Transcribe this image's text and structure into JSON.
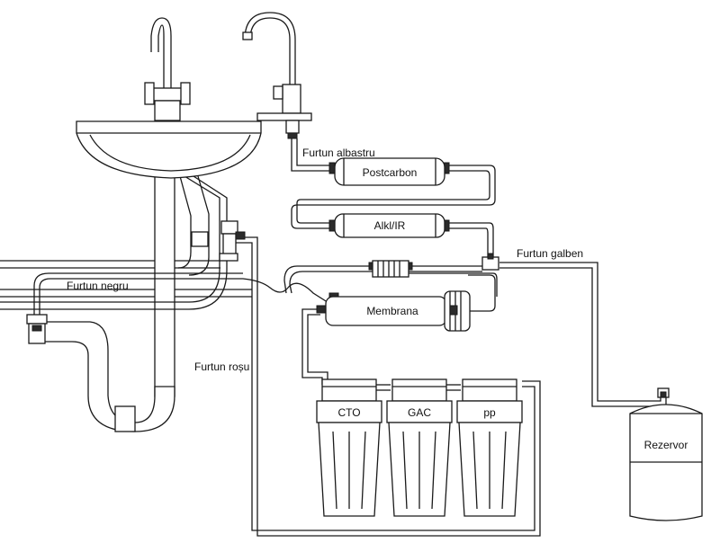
{
  "labels": {
    "hose_blue": "Furtun albastru",
    "hose_yellow": "Furtun galben",
    "hose_black": "Furtun negru",
    "hose_red": "Furtun roșu"
  },
  "components": {
    "postcarbon": "Postcarbon",
    "alkaline_ir": "Alkl/IR",
    "membrane": "Membrana",
    "cto": "CTO",
    "gac": "GAC",
    "pp": "pp",
    "tank": "Rezervor"
  }
}
